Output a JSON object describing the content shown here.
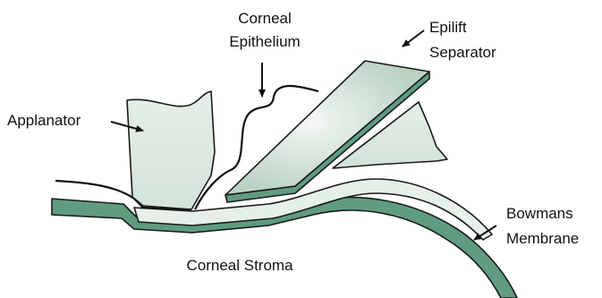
{
  "labels": {
    "corneal_epithelium_line1": "Corneal",
    "corneal_epithelium_line2": "Epithelium",
    "epilift_line1": "Epilift",
    "epilift_line2": "Separator",
    "applanator": "Applanator",
    "bowmans_line1": "Bowmans",
    "bowmans_line2": "Membrane",
    "corneal_stroma": "Corneal Stroma"
  },
  "colors": {
    "tissue_fill": "#dbe8df",
    "membrane_fill": "#5f9c80",
    "outline": "#1a1a1a",
    "highlight": "#f4f8f5"
  }
}
